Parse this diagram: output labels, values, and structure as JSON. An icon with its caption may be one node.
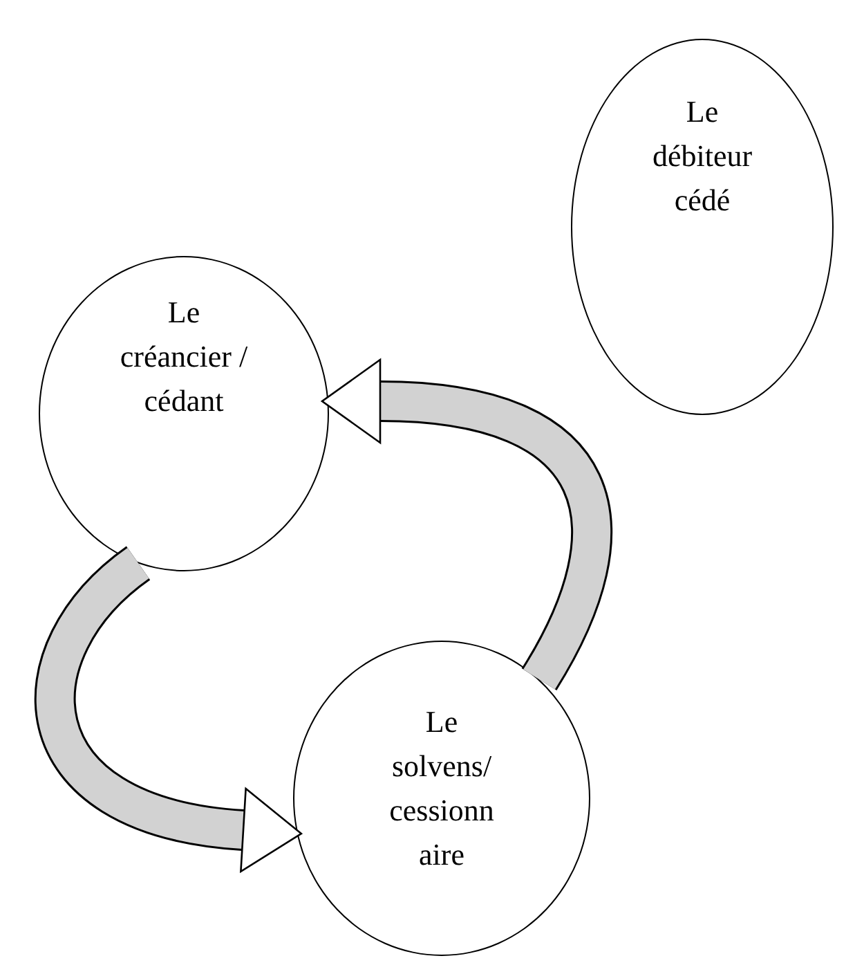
{
  "diagram": {
    "nodes": [
      {
        "text": [
          "Le débiteur cédé"
        ]
      },
      {
        "text": [
          "Le créancier / cédant"
        ]
      },
      {
        "text": [
          "Le solvens/ cessionn aire"
        ]
      }
    ],
    "edges": [
      {
        "from": 1,
        "to": 2,
        "arrow": "to"
      },
      {
        "from": 2,
        "to": 1,
        "arrow": "to"
      }
    ]
  }
}
